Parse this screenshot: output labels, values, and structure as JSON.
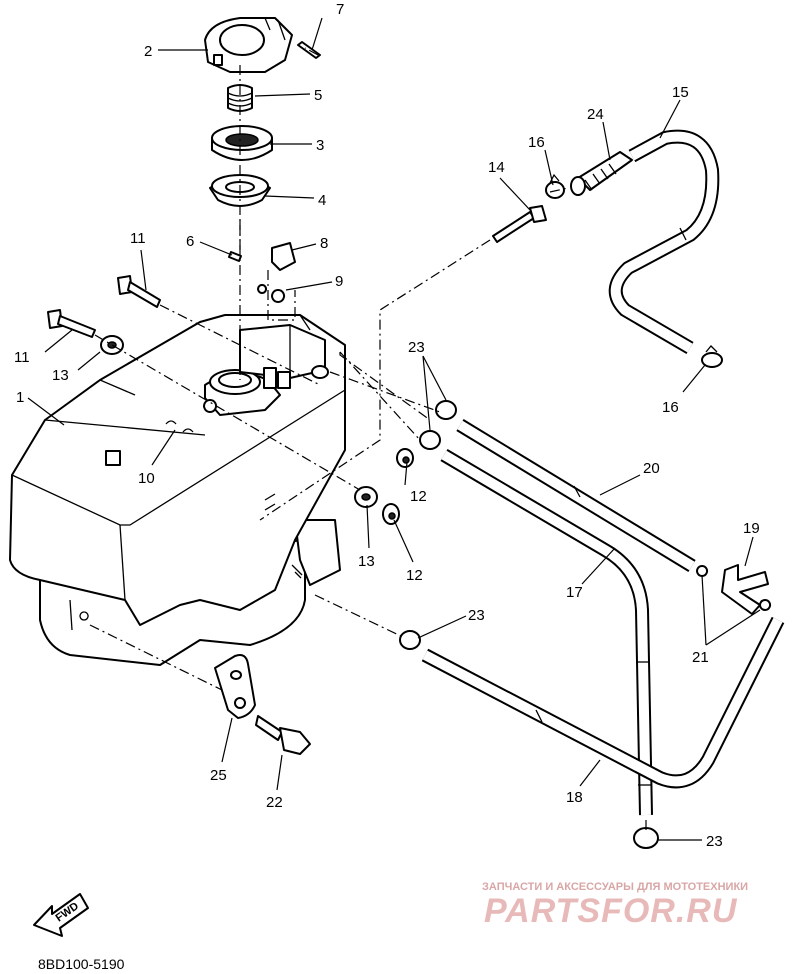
{
  "diagram_code": "8BD100-5190",
  "fwd_label": "FWD",
  "watermark": {
    "tagline": "ЗАПЧАСТИ И АКСЕССУАРЫ ДЛЯ МОТОТЕХНИКИ",
    "brand": "PARTSFOR.RU"
  },
  "callouts": {
    "c1": "1",
    "c2": "2",
    "c3": "3",
    "c4": "4",
    "c5": "5",
    "c6": "6",
    "c7": "7",
    "c8": "8",
    "c9": "9",
    "c10": "10",
    "c11a": "11",
    "c11b": "11",
    "c12a": "12",
    "c12b": "12",
    "c13a": "13",
    "c13b": "13",
    "c14": "14",
    "c15": "15",
    "c16a": "16",
    "c16b": "16",
    "c17": "17",
    "c18": "18",
    "c19": "19",
    "c20": "20",
    "c21": "21",
    "c22": "22",
    "c23a": "23",
    "c23b": "23",
    "c23c": "23",
    "c24": "24",
    "c25": "25"
  }
}
